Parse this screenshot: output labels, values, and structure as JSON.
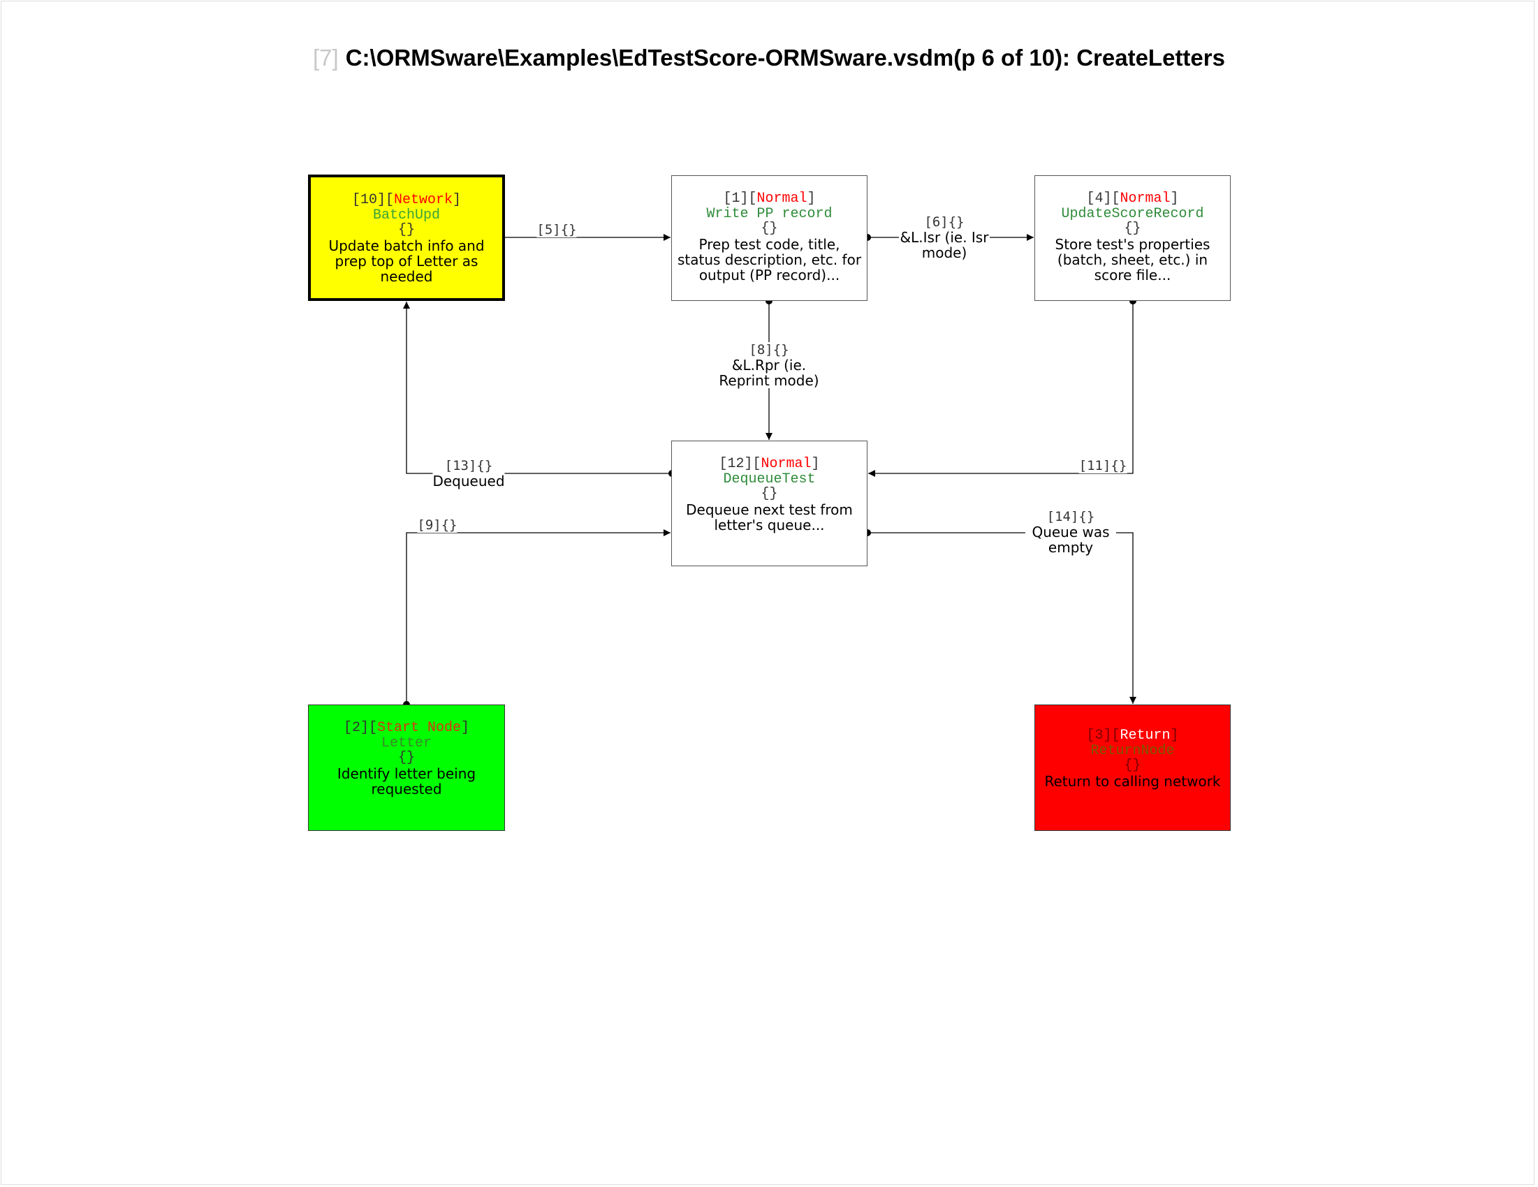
{
  "title": {
    "page_index": "[7]",
    "text": "C:\\ORMSware\\Examples\\EdTestScore-ORMSware.vsdm(p 6 of 10): CreateLetters"
  },
  "colors": {
    "network_fill": "#ffff00",
    "start_fill": "#00ff00",
    "return_fill": "#ff0000",
    "normal_fill": "#ffffff",
    "type_text": "#ff0000",
    "name_text": "#2e8b3a"
  },
  "nodes": {
    "batchupd": {
      "id": "[10]",
      "type_open": "[",
      "type": "Network",
      "type_close": "]",
      "name": "BatchUpd",
      "params": "{}",
      "desc": "Update batch info and prep top of Letter as needed"
    },
    "write_pp": {
      "id": "[1]",
      "type_open": "[",
      "type": "Normal",
      "type_close": "]",
      "name": "Write PP record",
      "params": "{}",
      "desc": "Prep test code, title, status description, etc. for output (PP record)..."
    },
    "update_score": {
      "id": "[4]",
      "type_open": "[",
      "type": "Normal",
      "type_close": "]",
      "name": "UpdateScoreRecord",
      "params": "{}",
      "desc": "Store test's properties (batch, sheet, etc.) in score file..."
    },
    "dequeue": {
      "id": "[12]",
      "type_open": "[",
      "type": "Normal",
      "type_close": "]",
      "name": "DequeueTest",
      "params": "{}",
      "desc": "Dequeue next test from letter's queue..."
    },
    "letter": {
      "id": "[2]",
      "type_open": "[",
      "type": "Start Node",
      "type_close": "]",
      "name": "Letter",
      "params": "{}",
      "desc": "Identify letter being requested"
    },
    "return": {
      "id": "[3]",
      "type_open": "[",
      "type": "Return",
      "type_close": "]",
      "name": "ReturnNode",
      "params": "{}",
      "desc": "Return to calling network"
    }
  },
  "edges": {
    "e5": {
      "id": "[5]{}",
      "cond": ""
    },
    "e6": {
      "id": "[6]{}",
      "cond": "&L.Isr (ie. Isr mode)"
    },
    "e8": {
      "id": "[8]{}",
      "cond": "&L.Rpr (ie. Reprint mode)"
    },
    "e11": {
      "id": "[11]{}",
      "cond": ""
    },
    "e13": {
      "id": "[13]{}",
      "cond": "Dequeued"
    },
    "e9": {
      "id": "[9]{}",
      "cond": ""
    },
    "e14": {
      "id": "[14]{}",
      "cond": "Queue was empty"
    }
  }
}
